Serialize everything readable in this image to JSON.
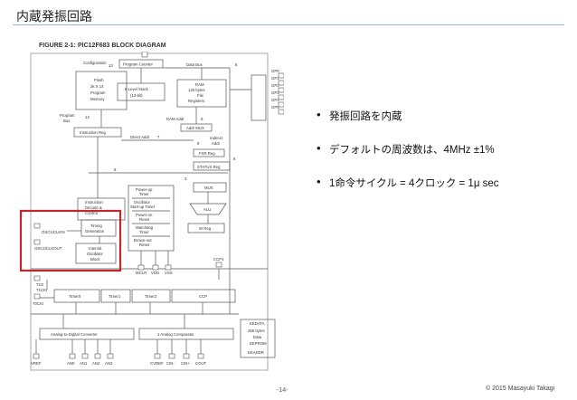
{
  "slide": {
    "title": "内蔵発振回路",
    "page_number": "-14-",
    "copyright": "© 2015 Masayuki Takagi"
  },
  "figure": {
    "label": "FIGURE 2-1:",
    "name": "PIC12F683 BLOCK DIAGRAM"
  },
  "diagram_labels": {
    "configuration": "Configuration",
    "flash": [
      "Flash",
      "2k X 14",
      "Program",
      "Memory"
    ],
    "program_counter": "Program Counter",
    "data_bus": "Data Bus",
    "data_bus_width": "8",
    "pc_width": "13",
    "stack": [
      "8 Level Stack",
      "(13-bit)"
    ],
    "ram": [
      "RAM",
      "128 bytes",
      "File",
      "Registers"
    ],
    "ram_addr": "RAM Addr",
    "ram_addr_width": "9",
    "addr_mux": "Addr MUX",
    "program_bus": [
      "Program",
      "Bus"
    ],
    "program_bus_width": "14",
    "instruction_reg": "Instruction Reg",
    "direct_addr": "Direct Addr",
    "direct_addr_width": "7",
    "indirect_addr": [
      "Indirect",
      "Addr"
    ],
    "indirect_addr_width": "8",
    "fsr_reg": "FSR Reg",
    "status_reg": "STATUS Reg",
    "bus8_a": "8",
    "bus8_b": "8",
    "bus3": "3",
    "mux": "MUX",
    "alu": "ALU",
    "w_reg": "W Reg",
    "instruction_decode": [
      "Instruction",
      "Decode &",
      "Control"
    ],
    "timing_generation": [
      "Timing",
      "Generation"
    ],
    "internal_osc": [
      "Internal",
      "Oscillator",
      "Block"
    ],
    "powerup_timer": [
      "Power-up",
      "Timer"
    ],
    "osc_startup_timer": [
      "Oscillator",
      "Start-up Timer"
    ],
    "por": [
      "Power-on",
      "Reset"
    ],
    "watchdog": [
      "Watchdog",
      "Timer"
    ],
    "bor": [
      "Brown-out",
      "Reset"
    ],
    "osc1": "OSC1/CLKIN",
    "osc2": "OSC2/CLKOUT",
    "gpio": [
      "GP0",
      "GP1",
      "GP2",
      "GP3",
      "GP4",
      "GP5"
    ],
    "mclr": "MCLR",
    "vdd": "VDD",
    "vss": "VSS",
    "t1g": "T1G",
    "t1cki": "T1CKI",
    "t0cki": "T0CKI",
    "ccp1": "CCP1",
    "timer0": "Timer0",
    "timer1": "Timer1",
    "timer2": "Timer2",
    "ccp": "CCP",
    "eedata": "EEDATA",
    "eeprom": [
      "256 bytes",
      "Data",
      "EEPROM"
    ],
    "eeaddr": "EEADDR",
    "adc": "Analog-to-Digital Converter",
    "comparator": "1 Analog Comparator",
    "vref": "VREF",
    "an_pins": [
      "AN0",
      "AN1",
      "AN2",
      "AN3"
    ],
    "cmp_pins": [
      "CVREF",
      "CIN-",
      "CIN+",
      "COUT"
    ]
  },
  "highlight_color": "#c0282d",
  "bullets": [
    "発振回路を内蔵",
    "デフォルトの周波数は、4MHz ±1%",
    "1命令サイクル = 4クロック = 1μ sec"
  ]
}
